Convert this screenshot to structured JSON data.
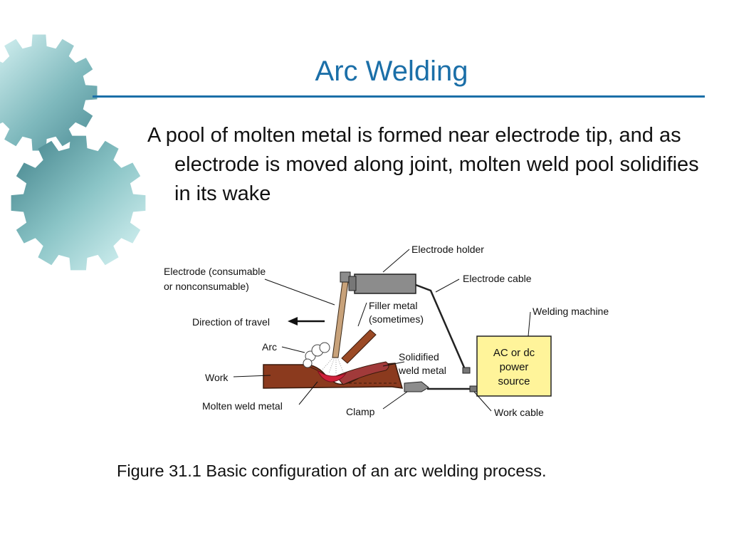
{
  "slide": {
    "title": "Arc Welding",
    "body": "A pool of molten metal is formed near electrode tip, and as electrode is moved along joint, molten weld pool solidifies in its wake",
    "caption": "Figure 31.1  Basic configuration of an arc welding process."
  },
  "figure": {
    "labels": {
      "electrode_holder": "Electrode holder",
      "electrode_line1": "Electrode (consumable",
      "electrode_line2": "or nonconsumable)",
      "electrode_cable": "Electrode cable",
      "filler_line1": "Filler metal",
      "filler_line2": "(sometimes)",
      "welding_machine": "Welding machine",
      "direction": "Direction of travel",
      "arc": "Arc",
      "solidified_line1": "Solidified",
      "solidified_line2": "weld metal",
      "work": "Work",
      "molten": "Molten weld metal",
      "clamp": "Clamp",
      "work_cable": "Work cable",
      "box_line1": "AC or dc",
      "box_line2": "power",
      "box_line3": "source"
    },
    "colors": {
      "title": "#1b6fa8",
      "rule": "#1b6fa8",
      "workpiece": "#8b3a1e",
      "weld_pool": "#d0203a",
      "power_box": "#fff49a",
      "holder": "#8c8c8c",
      "filler_rod": "#9b4a26",
      "electrode": "#c8a27a"
    }
  }
}
